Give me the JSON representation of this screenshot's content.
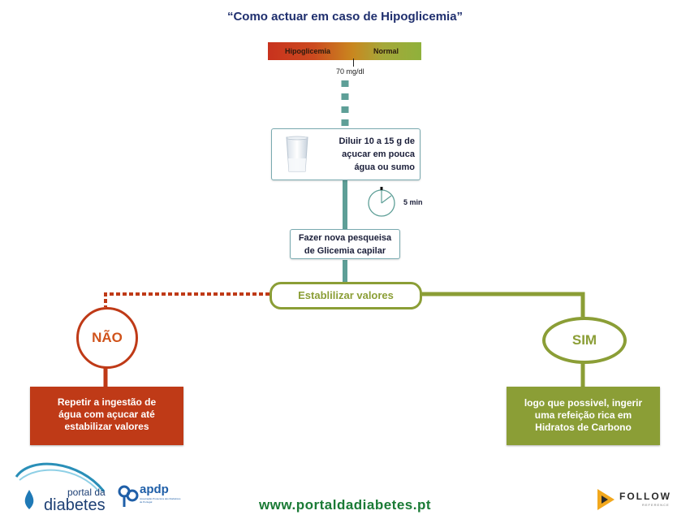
{
  "title": "“Como actuar em caso de Hipoglicemia”",
  "scale": {
    "left_label": "Hipoglicemia",
    "right_label": "Normal",
    "threshold_label": "70 mg/dl"
  },
  "step1": {
    "line1": "Diluir 10 a 15 g de",
    "line2": "açucar em pouca",
    "line3": "água ou sumo"
  },
  "timer_label": "5 min",
  "step2": {
    "line1": "Fazer nova pesqueisa",
    "line2": "de Glicemia capilar"
  },
  "decision_label": "Establilizar valores",
  "no": {
    "label": "NÃO",
    "line1": "Repetir  a ingestão de",
    "line2": "água com açucar até",
    "line3": "estabilizar valores"
  },
  "yes": {
    "label": "SIM",
    "line1": "logo que possivel, ingerir",
    "line2": "uma refeição rica em",
    "line3": "Hidratos de Carbono"
  },
  "logos": {
    "portal_line1": "portal da",
    "portal_line2": "diabetes",
    "apdp": "apdp",
    "apdp_small": "Associação Protectora dos Diabéticos de Portugal",
    "follow": "FOLLOW",
    "follow_small": "REFERENCE"
  },
  "website": "www.portaldadiabetes.pt",
  "colors": {
    "teal": "#5e9f97",
    "red": "#bf3a17",
    "orange_text": "#d0531b",
    "green": "#8b9e36",
    "title": "#1f2f6e"
  }
}
